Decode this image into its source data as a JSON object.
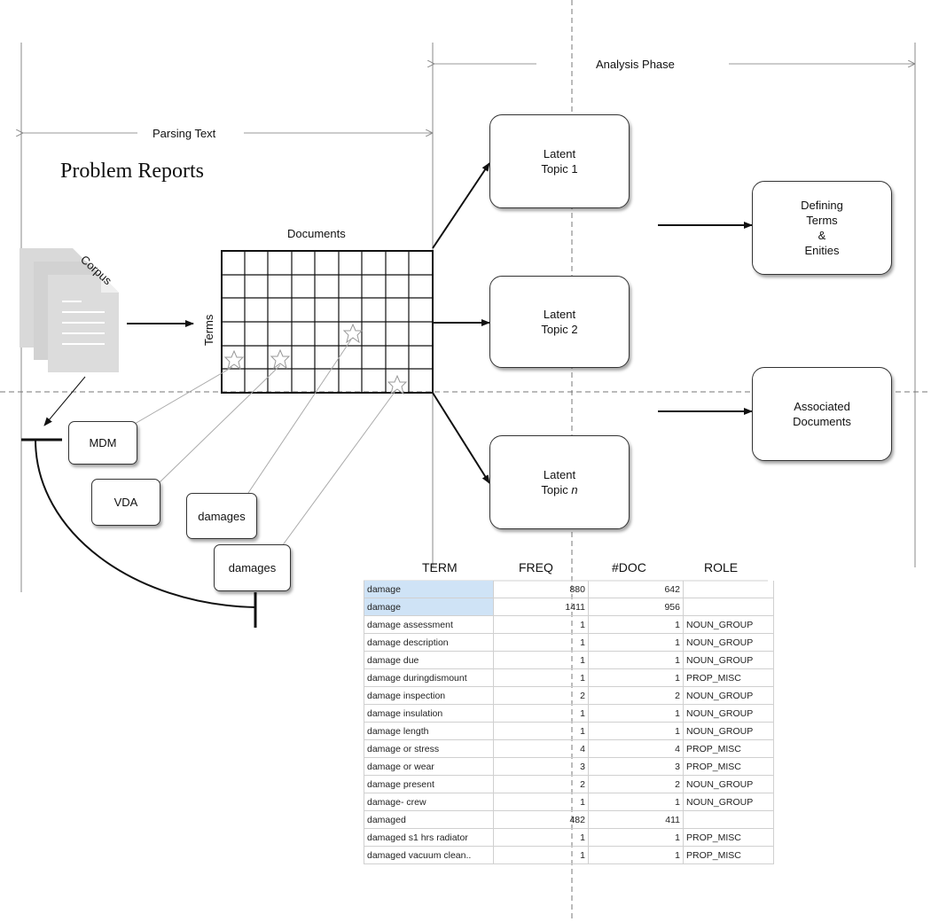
{
  "phases": {
    "parsing": "Parsing Text",
    "analysis": "Analysis Phase"
  },
  "title": "Problem Reports",
  "corpus_label": "Corpus",
  "matrix": {
    "documents_label": "Documents",
    "terms_label": "Terms"
  },
  "topics": [
    {
      "line1": "Latent",
      "line2": "Topic 1"
    },
    {
      "line1": "Latent",
      "line2": "Topic 2"
    },
    {
      "line1": "Latent",
      "line2": "Topic ",
      "italic": "n"
    }
  ],
  "outputs": {
    "defining": [
      "Defining",
      "Terms",
      "&",
      "Enities"
    ],
    "associated": [
      "Associated",
      "Documents"
    ]
  },
  "tags": [
    "MDM",
    "VDA",
    "damages",
    "damages"
  ],
  "table": {
    "headers": [
      "TERM",
      "FREQ",
      "#DOC",
      "ROLE"
    ],
    "rows": [
      [
        "damage",
        "880",
        "642",
        ""
      ],
      [
        "damage",
        "1411",
        "956",
        ""
      ],
      [
        "damage assessment",
        "1",
        "1",
        "NOUN_GROUP"
      ],
      [
        "damage description",
        "1",
        "1",
        "NOUN_GROUP"
      ],
      [
        "damage due",
        "1",
        "1",
        "NOUN_GROUP"
      ],
      [
        "damage duringdismount",
        "1",
        "1",
        "PROP_MISC"
      ],
      [
        "damage inspection",
        "2",
        "2",
        "NOUN_GROUP"
      ],
      [
        "damage insulation",
        "1",
        "1",
        "NOUN_GROUP"
      ],
      [
        "damage length",
        "1",
        "1",
        "NOUN_GROUP"
      ],
      [
        "damage or stress",
        "4",
        "4",
        "PROP_MISC"
      ],
      [
        "damage or wear",
        "3",
        "3",
        "PROP_MISC"
      ],
      [
        "damage present",
        "2",
        "2",
        "NOUN_GROUP"
      ],
      [
        "damage- crew",
        "1",
        "1",
        "NOUN_GROUP"
      ],
      [
        "damaged",
        "482",
        "411",
        ""
      ],
      [
        "damaged s1 hrs radiator",
        "1",
        "1",
        "PROP_MISC"
      ],
      [
        "damaged vacuum clean..",
        "1",
        "1",
        "PROP_MISC"
      ]
    ]
  }
}
